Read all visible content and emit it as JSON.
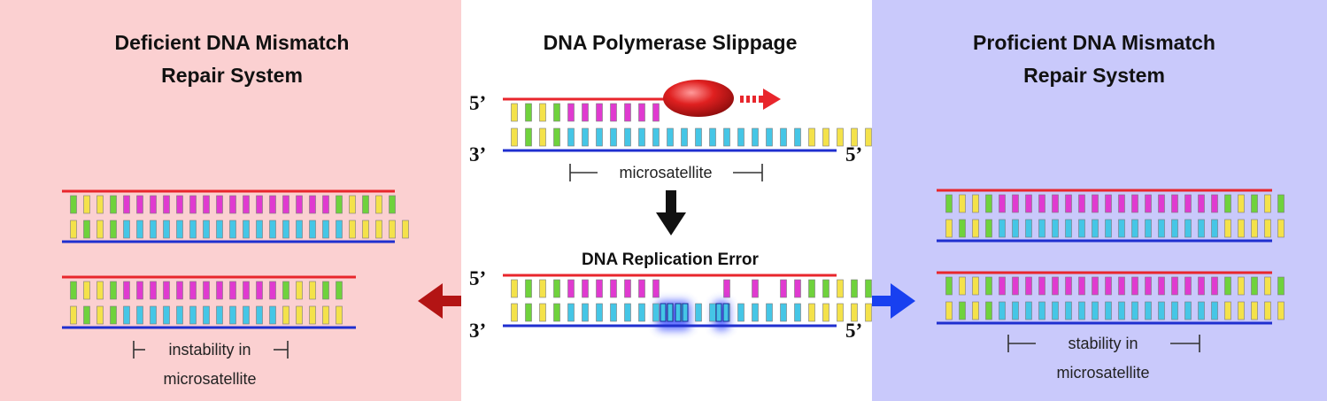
{
  "left_panel": {
    "title_line1": "Deficient DNA Mismatch",
    "title_line2": "Repair System",
    "caption_line1": "instability in",
    "caption_line2": "microsatellite",
    "background": "#fbd0d1"
  },
  "center_panel": {
    "title": "DNA Polymerase Slippage",
    "microsatellite_label": "microsatellite",
    "error_title": "DNA Replication Error",
    "end_5prime": "5’",
    "end_3prime": "3’"
  },
  "right_panel": {
    "title_line1": "Proficient DNA Mismatch",
    "title_line2": "Repair System",
    "caption_line1": "stability in",
    "caption_line2": "microsatellite",
    "background": "#c9c9fb"
  },
  "colors": {
    "top_strand": "#e8262c",
    "bottom_strand": "#1f2fcf",
    "base_green": "#6fd23c",
    "base_yellow": "#f4e24a",
    "base_magenta": "#e03ad0",
    "base_cyan": "#45c6e6",
    "polymerase": "#d81e1e",
    "arrow_left": "#b31414",
    "arrow_right": "#1840f0",
    "arrow_down": "#111111",
    "error_glow": "#2b3fff"
  }
}
